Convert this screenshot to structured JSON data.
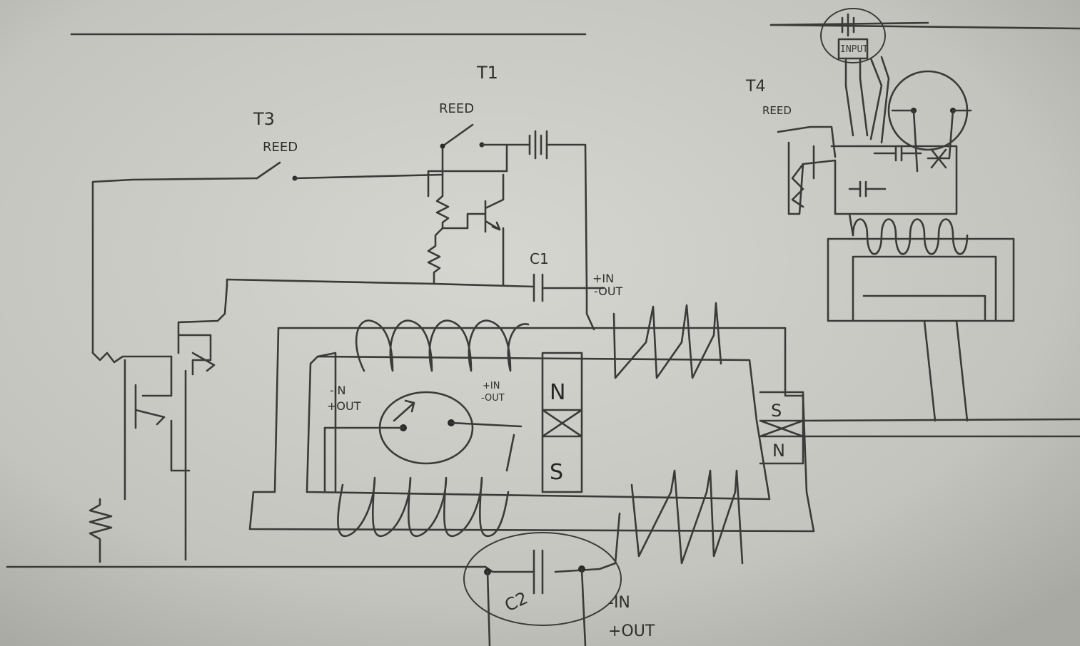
{
  "labels": {
    "t3_tag": "T3",
    "t3_reed": "REED",
    "t1_tag": "T1",
    "t1_reed": "REED",
    "t4_tag": "T4",
    "t4_reed": "REED",
    "c1": "C1",
    "c2": "C2",
    "c1_in": "+IN",
    "c1_out": "-OUT",
    "meter_left_in": "-IN",
    "meter_left_out": "+OUT",
    "meter_right_in": "+IN",
    "meter_right_out": "-OUT",
    "c2_in": "-IN",
    "c2_out": "+OUT",
    "mag1_n": "N",
    "mag1_s": "S",
    "mag2_s": "S",
    "mag2_n": "N",
    "top_box": "INPUT"
  },
  "colors": {
    "paper": "#c9c9c4",
    "ink": "#3a3a3a"
  }
}
